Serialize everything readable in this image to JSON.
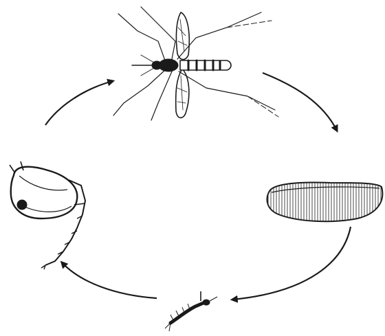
{
  "diagram": {
    "type": "cycle",
    "stages": [
      {
        "id": "adult",
        "icon": "mosquito-adult-icon"
      },
      {
        "id": "eggs",
        "icon": "egg-raft-icon"
      },
      {
        "id": "larva",
        "icon": "larva-icon"
      },
      {
        "id": "pupa",
        "icon": "pupa-icon"
      }
    ],
    "arrows": [
      {
        "from": "adult",
        "to": "eggs"
      },
      {
        "from": "eggs",
        "to": "larva"
      },
      {
        "from": "larva",
        "to": "pupa"
      },
      {
        "from": "pupa",
        "to": "adult"
      }
    ],
    "colors": {
      "ink": "#1a1a1a",
      "background": "#ffffff"
    }
  }
}
